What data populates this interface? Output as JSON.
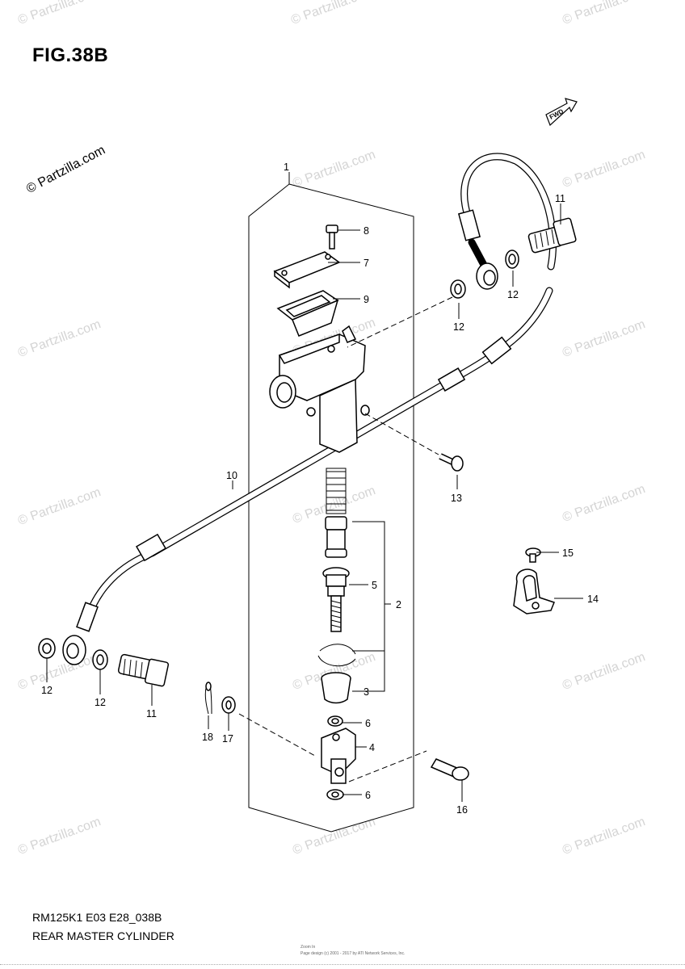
{
  "figure": {
    "title": "FIG.38B",
    "code": "RM125K1 E03 E28_038B",
    "name": "REAR MASTER CYLINDER",
    "fwd_label": "FWD"
  },
  "watermark": {
    "main": "© Partzilla.com",
    "repeat": "© Partzilla.com"
  },
  "footer": {
    "small_line1": "Zoom In",
    "small_line2": "Page design (c) 2001 - 2017 by ATI Network Services, Inc."
  },
  "callouts": [
    {
      "id": "c1",
      "number": "1"
    },
    {
      "id": "c2",
      "number": "2"
    },
    {
      "id": "c3",
      "number": "3"
    },
    {
      "id": "c4",
      "number": "4"
    },
    {
      "id": "c5",
      "number": "5"
    },
    {
      "id": "c6a",
      "number": "6"
    },
    {
      "id": "c6b",
      "number": "6"
    },
    {
      "id": "c7",
      "number": "7"
    },
    {
      "id": "c8",
      "number": "8"
    },
    {
      "id": "c9",
      "number": "9"
    },
    {
      "id": "c10",
      "number": "10"
    },
    {
      "id": "c11a",
      "number": "11"
    },
    {
      "id": "c11b",
      "number": "11"
    },
    {
      "id": "c12a",
      "number": "12"
    },
    {
      "id": "c12b",
      "number": "12"
    },
    {
      "id": "c12c",
      "number": "12"
    },
    {
      "id": "c12d",
      "number": "12"
    },
    {
      "id": "c13",
      "number": "13"
    },
    {
      "id": "c14",
      "number": "14"
    },
    {
      "id": "c15",
      "number": "15"
    },
    {
      "id": "c16",
      "number": "16"
    },
    {
      "id": "c17",
      "number": "17"
    },
    {
      "id": "c18",
      "number": "18"
    }
  ]
}
